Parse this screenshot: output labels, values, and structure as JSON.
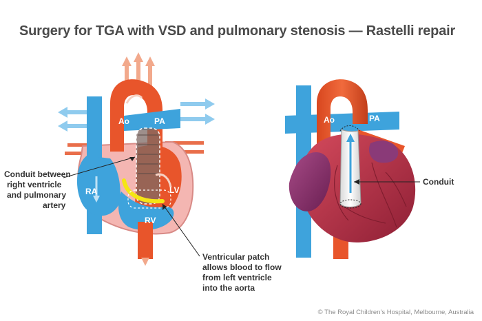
{
  "title": "Surgery for TGA with VSD and pulmonary stenosis — Rastelli repair",
  "left_heart": {
    "labels": {
      "ao": "Ao",
      "pa": "PA",
      "ra": "RA",
      "lv": "LV",
      "rv": "RV"
    },
    "callouts": {
      "conduit": [
        "Conduit between",
        "right ventricle",
        "and pulmonary",
        "artery"
      ],
      "patch": [
        "Ventricular patch",
        "allows blood to flow",
        "from left ventricle",
        "into the aorta"
      ]
    }
  },
  "right_heart": {
    "labels": {
      "ao": "Ao",
      "pa": "PA"
    },
    "callouts": {
      "conduit": "Conduit"
    }
  },
  "copyright": "© The Royal Children’s Hospital, Melbourne, Australia",
  "colors": {
    "aorta_red": "#e8552b",
    "vein_blue": "#3ea3dc",
    "pericardium_pink": "#f3b4b4",
    "heart_dark_red": "#b5324a",
    "patch_yellow": "#f5e614",
    "conduit_grey": "#7d6a64"
  }
}
